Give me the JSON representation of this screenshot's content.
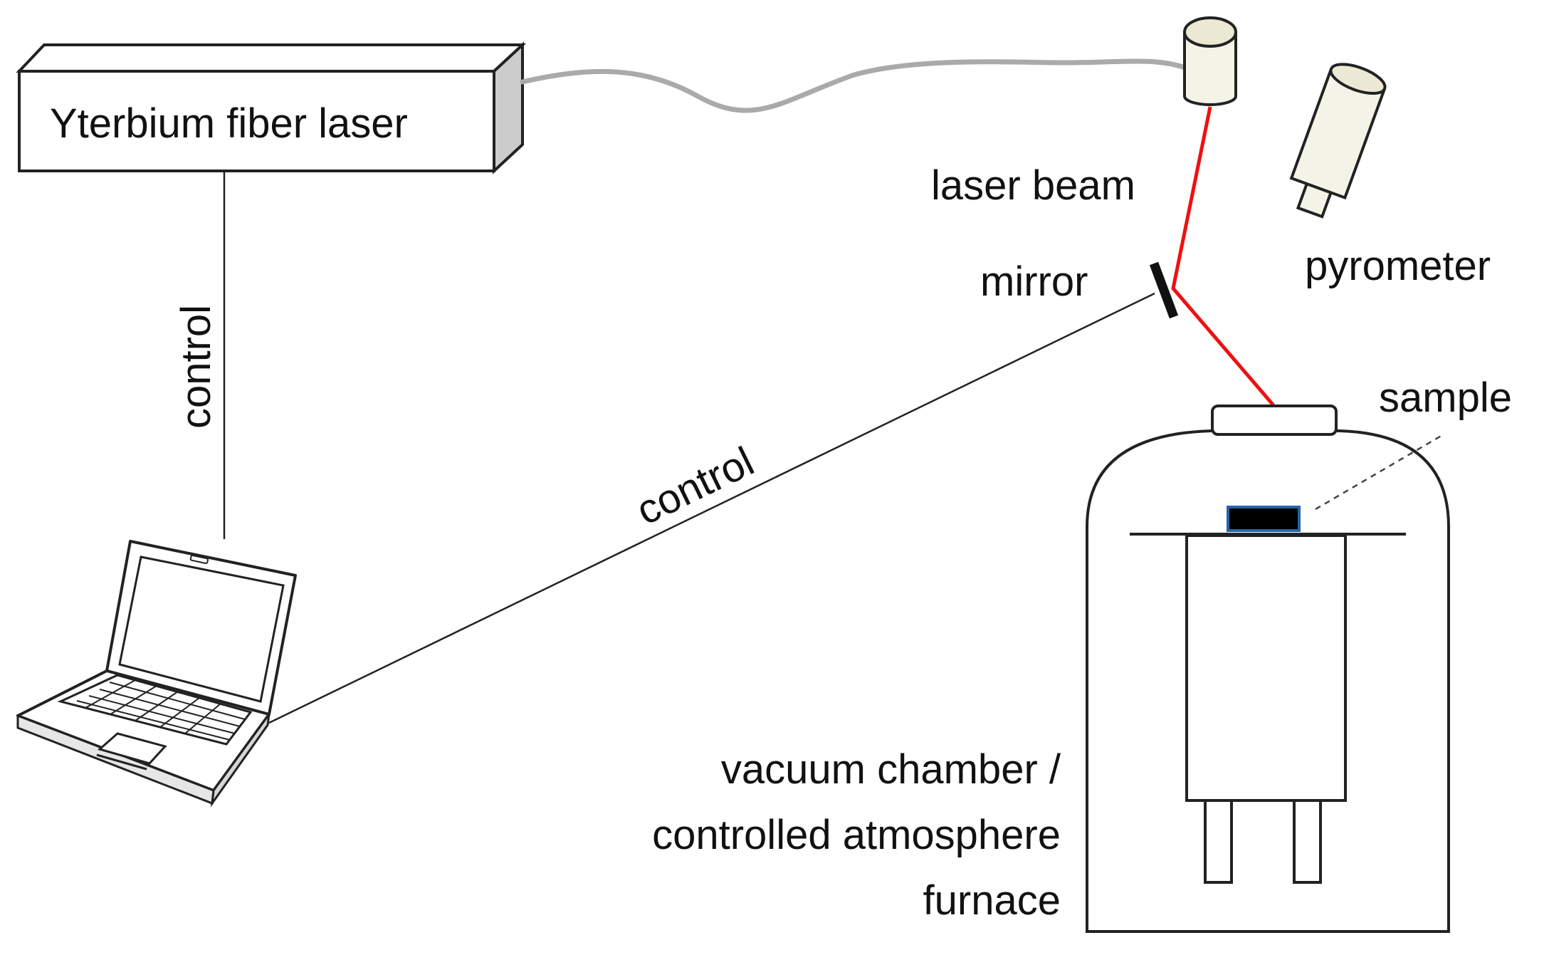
{
  "labels": {
    "laser_source": "Yterbium fiber laser",
    "control_vertical": "control",
    "control_diagonal": "control",
    "laser_beam": "laser beam",
    "mirror": "mirror",
    "pyrometer": "pyrometer",
    "sample": "sample",
    "furnace_line1": "vacuum chamber /",
    "furnace_line2": "controlled atmosphere",
    "furnace_line3": "furnace"
  },
  "colors": {
    "beam": "#ee1111",
    "fiber": "#aaaaaa",
    "outline": "#222222",
    "box_side": "#cccccc",
    "sample_fill": "#000000",
    "sample_edge": "#2266aa"
  }
}
